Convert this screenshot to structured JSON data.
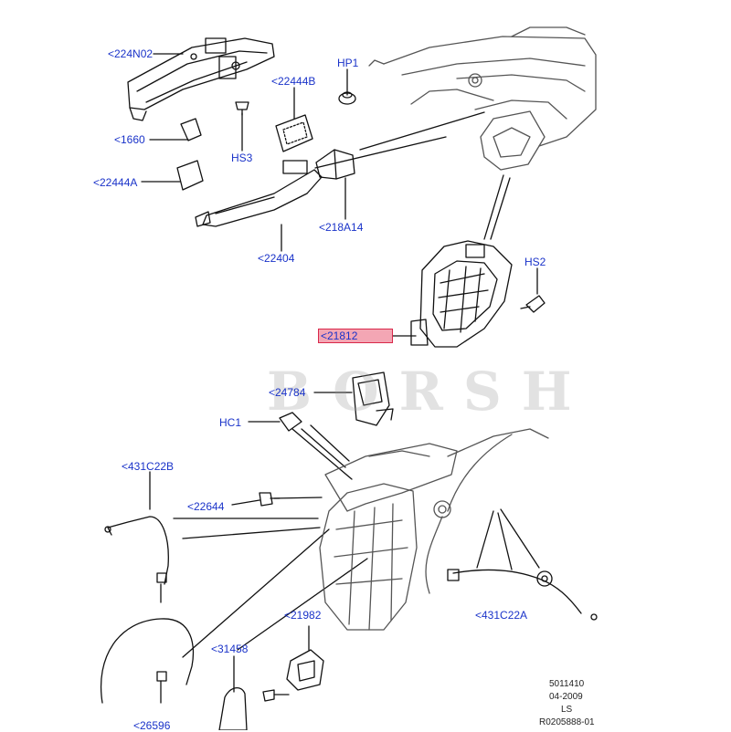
{
  "callouts": {
    "c224N02": "<224N02",
    "hp1": "HP1",
    "c22444B": "<22444B",
    "c1660": "<1660",
    "hs3": "HS3",
    "c22444A": "<22444A",
    "c218A14": "<218A14",
    "c22404": "<22404",
    "hs2": "HS2",
    "c21812": "<21812",
    "c24784": "<24784",
    "hc1": "HC1",
    "c431C22B": "<431C22B",
    "c22644": "<22644",
    "c21982": "<21982",
    "c431C22A": "<431C22A",
    "c31458": "<31458",
    "c26596": "<26596"
  },
  "watermark": "BORSH",
  "stamp": {
    "line1": "5011410",
    "line2": "04-2009",
    "line3": "LS",
    "line4": "R0205888-01"
  },
  "colors": {
    "callout_text": "#1a33c9",
    "selected_highlight": "#f3a6b4",
    "line": "#111111"
  }
}
